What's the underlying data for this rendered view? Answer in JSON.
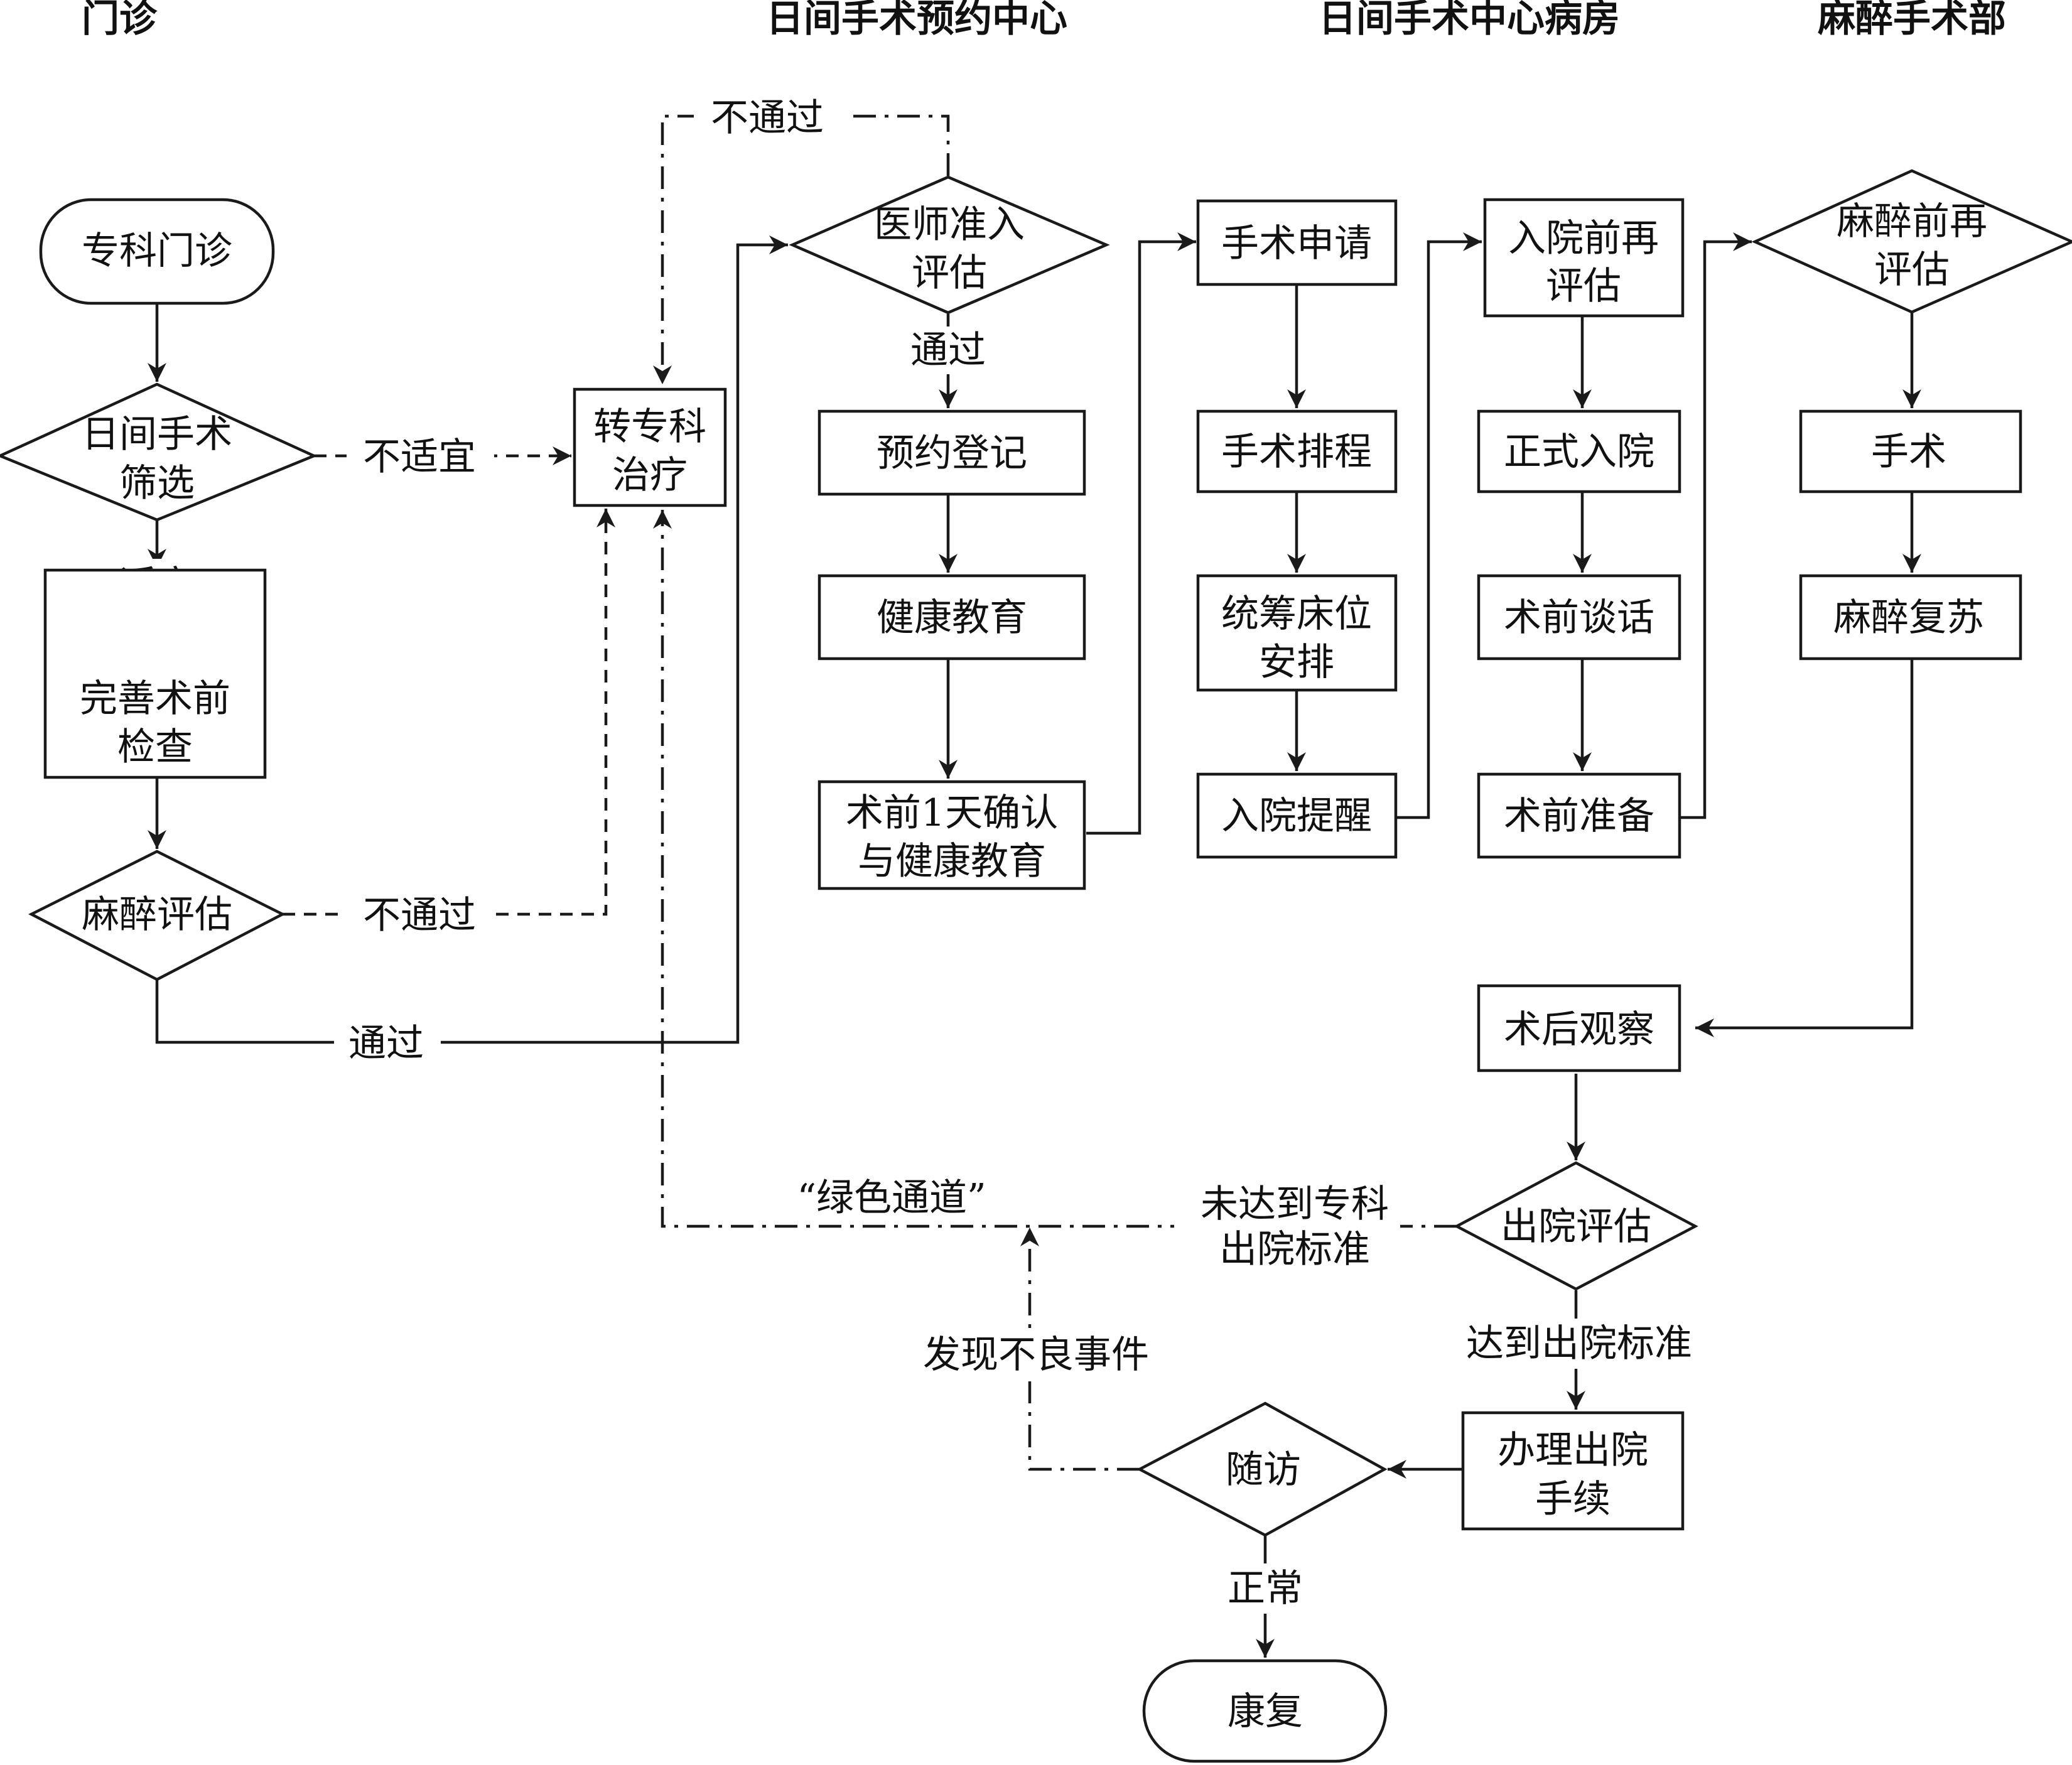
{
  "headers": {
    "outpatient": "门诊",
    "booking_center": "日间手术预约中心",
    "ward": "日间手术中心病房",
    "anesthesia_dept": "麻醉手术部"
  },
  "nodes": {
    "specialist_clinic": "专科门诊",
    "day_surgery_screening": [
      "日间手术",
      "筛选"
    ],
    "refer_specialty": [
      "转专科",
      "治疗"
    ],
    "complete_preop_exam": [
      "完善术前",
      "检查"
    ],
    "anesthesia_assessment": "麻醉评估",
    "physician_admission_eval": [
      "医师准入",
      "评估"
    ],
    "appointment_registration": "预约登记",
    "health_education": "健康教育",
    "day_before_confirm": [
      "术前1天确认",
      "与健康教育"
    ],
    "surgery_application": "手术申请",
    "surgery_scheduling": "手术排程",
    "bed_arrangement": [
      "统筹床位",
      "安排"
    ],
    "admission_reminder": "入院提醒",
    "pre_admission_reeval": [
      "入院前再",
      "评估"
    ],
    "formal_admission": "正式入院",
    "preop_talk": "术前谈话",
    "preop_preparation": "术前准备",
    "pre_anesthesia_reeval": [
      "麻醉前再",
      "评估"
    ],
    "surgery": "手术",
    "anesthesia_recovery": "麻醉复苏",
    "postop_observation": "术后观察",
    "discharge_assessment": "出院评估",
    "discharge_procedures": [
      "办理出院",
      "手续"
    ],
    "follow_up": "随访",
    "recovery": "康复"
  },
  "edge_labels": {
    "suitable": "适宜",
    "not_suitable": "不适宜",
    "fail_anesthesia": "不通过",
    "pass_anesthesia": "通过",
    "fail_physician": "不通过",
    "pass_physician": "通过",
    "green_channel": "“绿色通道”",
    "not_meet_discharge": [
      "未达到专科",
      "出院标准"
    ],
    "meet_discharge": "达到出院标准",
    "adverse_event": "发现不良事件",
    "normal": "正常"
  }
}
